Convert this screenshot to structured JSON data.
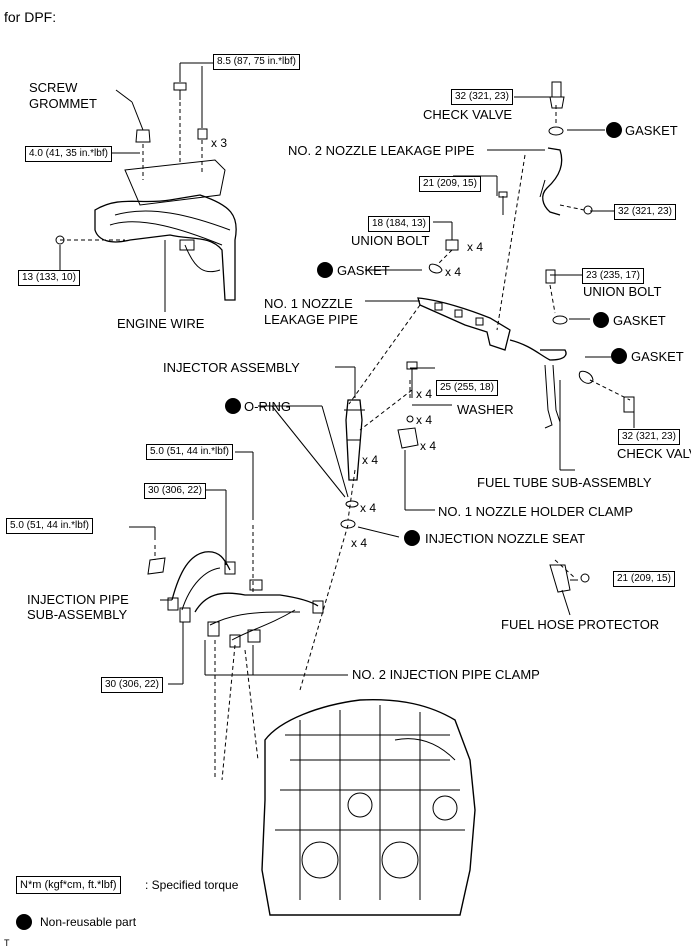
{
  "heading": "for DPF:",
  "labels": {
    "screw_grommet_1": "SCREW",
    "screw_grommet_2": "GROMMET",
    "engine_wire": "ENGINE WIRE",
    "check_valve_top": "CHECK VALVE",
    "gasket_check_valve": "GASKET",
    "no2_nozzle_leakage_pipe": "NO. 2 NOZZLE LEAKAGE PIPE",
    "union_bolt_left": "UNION BOLT",
    "gasket_left": "GASKET",
    "no1_nozzle_1": "NO. 1 NOZZLE",
    "no1_nozzle_2": "LEAKAGE PIPE",
    "union_bolt_right": "UNION BOLT",
    "gasket_right": "GASKET",
    "injector_assembly": "INJECTOR ASSEMBLY",
    "gasket_right_lower": "GASKET",
    "washer": "WASHER",
    "o_ring": "O-RING",
    "check_valve_bottom": "CHECK VALVE",
    "fuel_tube": "FUEL TUBE SUB-ASSEMBLY",
    "no1_nozzle_holder_clamp": "NO. 1 NOZZLE HOLDER CLAMP",
    "injection_nozzle_seat": "INJECTION NOZZLE SEAT",
    "injection_pipe_1": "INJECTION PIPE",
    "injection_pipe_2": "SUB-ASSEMBLY",
    "fuel_hose_protector": "FUEL HOSE PROTECTOR",
    "no2_injection_pipe_clamp": "NO. 2 INJECTION PIPE CLAMP"
  },
  "torques": {
    "t_8_5": "8.5 (87, 75 in.*lbf)",
    "t_4_0": "4.0 (41, 35 in.*lbf)",
    "t_13": "13 (133, 10)",
    "t_32_top": "32 (321, 23)",
    "t_32_mid": "32 (321, 23)",
    "t_21_top": "21 (209, 15)",
    "t_18": "18 (184, 13)",
    "t_23": "23 (235, 17)",
    "t_25": "25 (255, 18)",
    "t_32_bottom": "32 (321, 23)",
    "t_5_0_top": "5.0 (51, 44 in.*lbf)",
    "t_30_top": "30 (306, 22)",
    "t_5_0_left": "5.0 (51, 44 in.*lbf)",
    "t_21_bottom": "21 (209, 15)",
    "t_30_bottom": "30 (306, 22)"
  },
  "counts": {
    "x3": "x 3",
    "x4_union": "x 4",
    "x4_gasket": "x 4",
    "x4_bolt": "x 4",
    "x4_washer": "x 4",
    "x4_clamp": "x 4",
    "x4_injector": "x 4",
    "x4_oring": "x 4",
    "x4_seat": "x 4"
  },
  "legend": {
    "torque_box": "N*m (kgf*cm, ft.*lbf)",
    "torque_text": ": Specified torque",
    "nonreusable_text": "Non-reusable part"
  },
  "footer_mark": "T"
}
